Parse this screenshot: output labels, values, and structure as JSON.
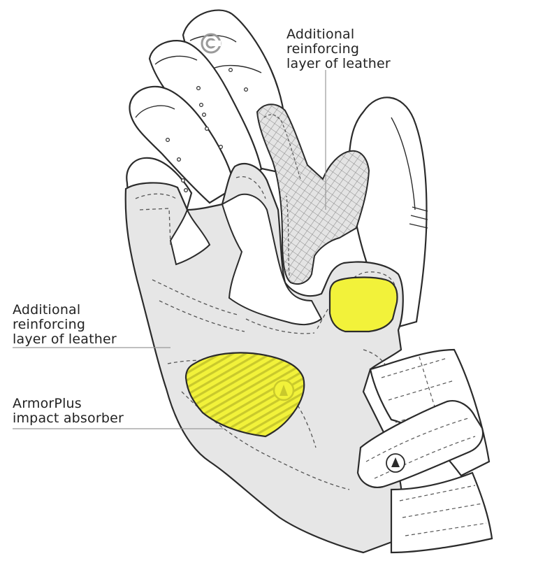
{
  "callouts": {
    "top": {
      "lines": [
        "Additional",
        "reinforcing",
        "layer of leather"
      ]
    },
    "middle": {
      "lines": [
        "Additional",
        "reinforcing",
        "layer of leather"
      ]
    },
    "bottom": {
      "lines": [
        "ArmorPlus",
        "impact absorber"
      ]
    }
  },
  "colors": {
    "outline": "#2b2b2b",
    "glove_white": "#ffffff",
    "leather_gray": "#e6e6e6",
    "armor_yellow": "#f2f23a",
    "armor_stripe": "#c4c42a",
    "mesh": "#d9d9d9",
    "leader_line": "#999999"
  },
  "icons": [
    "brand-logo-icon",
    "armor-logo-icon",
    "strap-logo-icon"
  ]
}
